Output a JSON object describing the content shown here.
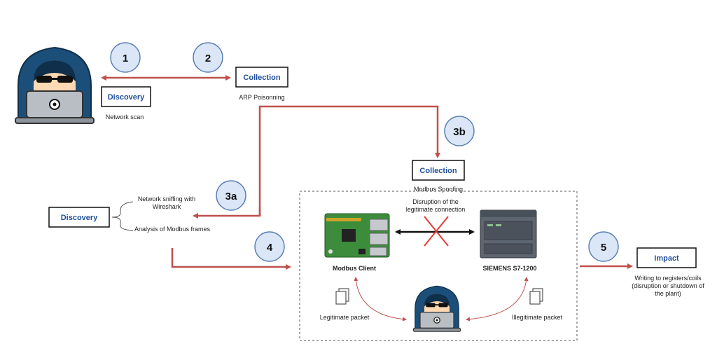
{
  "steps": {
    "s1": "1",
    "s2": "2",
    "s3a": "3a",
    "s3b": "3b",
    "s4": "4",
    "s5": "5"
  },
  "boxes": {
    "discovery_top": "Discovery",
    "collection_top": "Collection",
    "collection_mid": "Collection",
    "discovery_left": "Discovery",
    "impact": "Impact"
  },
  "captions": {
    "network_scan": "Network scan",
    "arp_poisoning": "ARP Poisonning",
    "modbus_spoofing": "Modbus Spoofing",
    "sniff_line1": "Network sniffing with",
    "sniff_line2": "Wireshark",
    "analysis": "Analysis of Modbus frames",
    "disruption_line1": "Disruption of the",
    "disruption_line2": "legitimate connection",
    "modbus_client": "Modbus Client",
    "siemens": "SIEMENS S7-1200",
    "legit_packet": "Legitimate packet",
    "illegit_packet": "Illegitimate packet",
    "impact_line1": "Writing to registers/coils",
    "impact_line2": "(disruption or shutdown of",
    "impact_line3": "the plant)"
  },
  "colors": {
    "arrow": "#c0504d",
    "step_fill": "#dbe7f7",
    "step_stroke": "#5b7fb5",
    "box_text": "#1f4e9a",
    "hood": "#1b4f7a",
    "skin": "#ffd9b3",
    "laptop": "#b9bec4",
    "pcb": "#3c8c3c",
    "plc": "#5d6570"
  },
  "icons": {
    "hacker_large": "hacker-icon",
    "hacker_small": "hacker-icon",
    "modbus_client": "raspberry-pi-icon",
    "plc": "plc-icon",
    "packet_legit": "document-icon",
    "packet_illegit": "document-icon",
    "blocked": "red-cross-icon"
  }
}
